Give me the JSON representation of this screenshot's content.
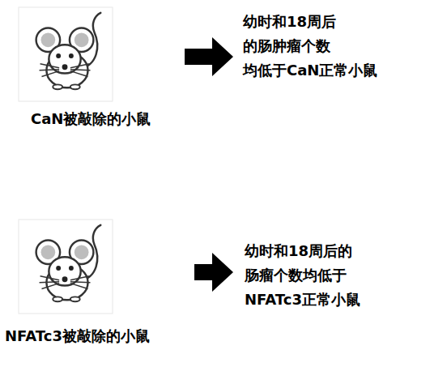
{
  "diagram": {
    "labels": [
      "幼时和18周后 的肠肿瘤个数 均低于CaN正常小鼠",
      "CaN被敲除的小鼠",
      "幼时和18周后的 肠瘤个数均低于 NFATc3正常小鼠",
      "NFATc3被敲除的小鼠"
    ]
  }
}
